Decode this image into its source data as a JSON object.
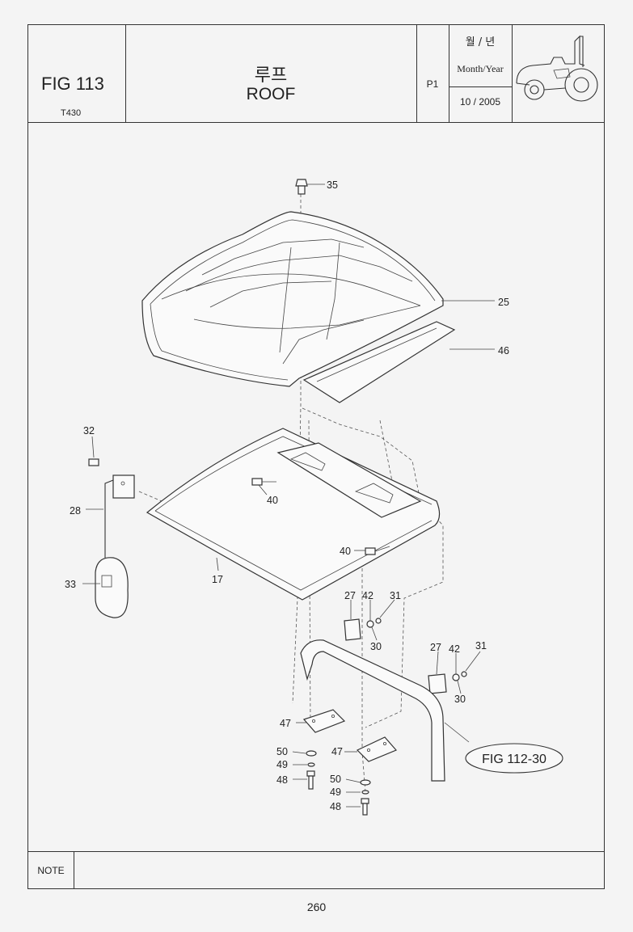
{
  "header": {
    "fig_no": "FIG 113",
    "model": "T430",
    "title_ko": "루프",
    "title_en": "ROOF",
    "page_code": "P1",
    "date_label_ko": "월 / 년",
    "date_label_en": "Month/Year",
    "date_value": "10 / 2005"
  },
  "parts": [
    {
      "no": "35"
    },
    {
      "no": "25"
    },
    {
      "no": "46"
    },
    {
      "no": "32"
    },
    {
      "no": "28"
    },
    {
      "no": "40"
    },
    {
      "no": "33"
    },
    {
      "no": "17"
    },
    {
      "no": "40"
    },
    {
      "no": "27"
    },
    {
      "no": "42"
    },
    {
      "no": "31"
    },
    {
      "no": "30"
    },
    {
      "no": "27"
    },
    {
      "no": "42"
    },
    {
      "no": "31"
    },
    {
      "no": "30"
    },
    {
      "no": "47"
    },
    {
      "no": "50"
    },
    {
      "no": "49"
    },
    {
      "no": "48"
    },
    {
      "no": "47"
    },
    {
      "no": "50"
    },
    {
      "no": "49"
    },
    {
      "no": "48"
    }
  ],
  "reference": "FIG 112-30",
  "footer": {
    "note_label": "NOTE",
    "page_number": "260"
  }
}
